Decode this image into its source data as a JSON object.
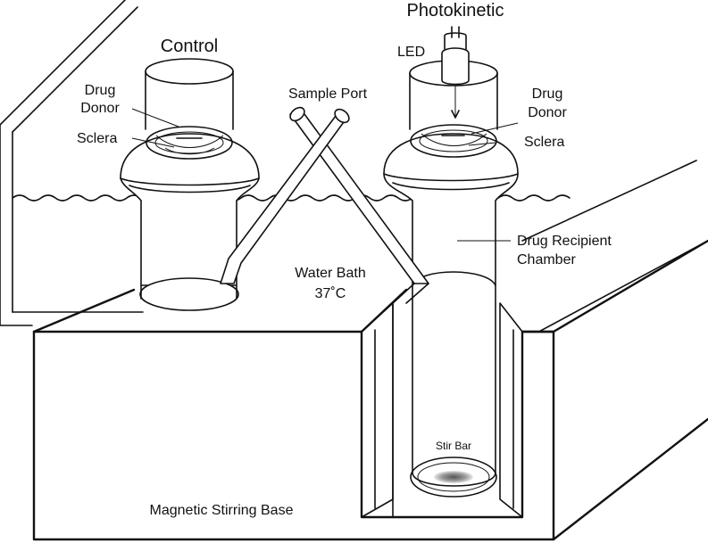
{
  "labels": {
    "control": "Control",
    "photokinetic": "Photokinetic",
    "led": "LED",
    "sample_port": "Sample Port",
    "drug_left": "Drug",
    "donor_left": "Donor",
    "sclera_left": "Sclera",
    "drug_right": "Drug",
    "donor_right": "Donor",
    "sclera_right": "Sclera",
    "recipient_1": "Drug Recipient",
    "recipient_2": "Chamber",
    "water_bath": "Water Bath",
    "temperature": "37˚C",
    "stir_bar": "Stir Bar",
    "base": "Magnetic Stirring Base"
  }
}
